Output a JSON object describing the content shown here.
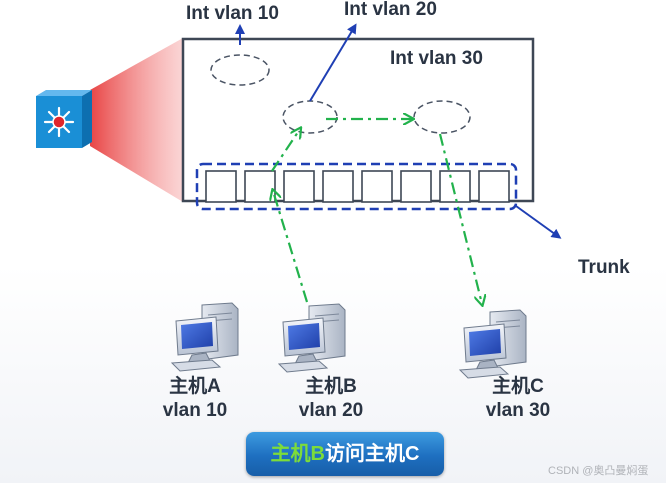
{
  "labels": {
    "int_vlan10": "Int vlan 10",
    "int_vlan20": "Int vlan 20",
    "int_vlan30": "Int vlan 30",
    "trunk": "Trunk"
  },
  "hosts": [
    {
      "name": "主机A",
      "vlan": "vlan 10"
    },
    {
      "name": "主机B",
      "vlan": "vlan 20"
    },
    {
      "name": "主机C",
      "vlan": "vlan 30"
    }
  ],
  "caption": {
    "highlight": "主机B",
    "rest": "访问主机C"
  },
  "watermark": "CSDN @奥凸曼焖蛋",
  "icons": {
    "switch": "layer3-switch-icon",
    "host": "desktop-computer-icon"
  },
  "colors": {
    "routing_arrow": "#1f3fb4",
    "traffic_path": "#22b24c",
    "caption_bg": "#1e6fc0",
    "caption_highlight": "#7ddc3a",
    "switch_icon": "#1a8fd6",
    "switch_beam": "#f08080"
  }
}
